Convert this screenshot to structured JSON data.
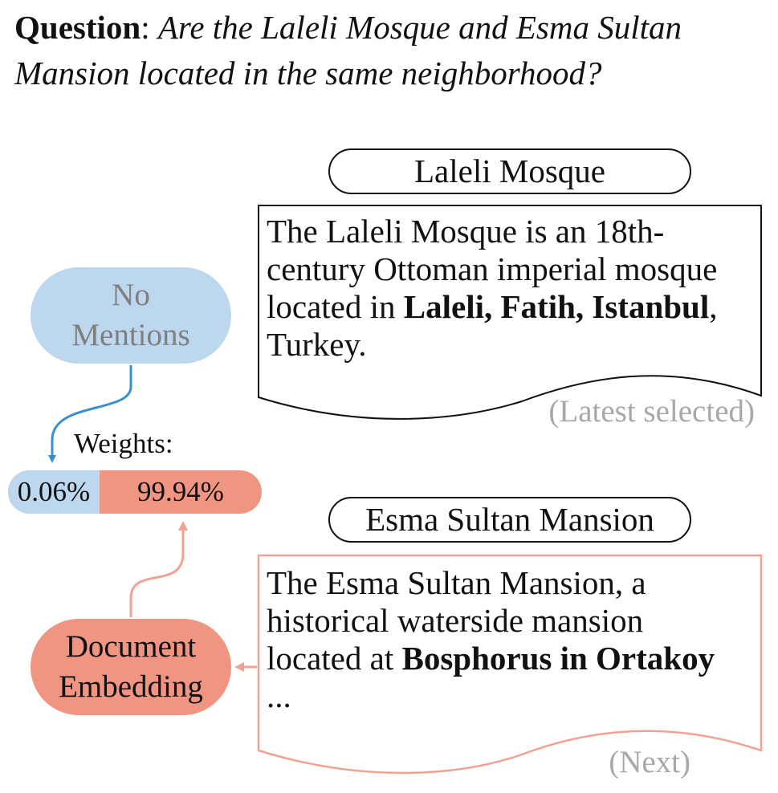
{
  "question": {
    "label": "Question",
    "separator": ": ",
    "text": "Are the Laleli Mosque and Esma Sultan Mansion located in the same neighborhood?"
  },
  "doc1": {
    "title": "Laleli Mosque",
    "text_plain_1": "The Laleli Mosque is an 18th-century Ottoman imperial mosque located in ",
    "text_bold_1": "Laleli, Fatih, Istanbul",
    "text_plain_2": ", Turkey.",
    "status": "(Latest selected)"
  },
  "doc2": {
    "title": "Esma Sultan Mansion",
    "text_plain_1": "The Esma Sultan Mansion, a historical waterside mansion located at ",
    "text_bold_1": "Bosphorus in Ortakoy",
    "text_plain_2": "  ...",
    "status": "(Next)"
  },
  "no_mentions": {
    "line1": "No",
    "line2": "Mentions"
  },
  "document_embedding": {
    "line1": "Document",
    "line2": "Embedding"
  },
  "weights": {
    "label": "Weights:",
    "no_mentions_value": "0.06%",
    "embedding_value": "99.94%",
    "no_mentions_fraction": 0.0006,
    "embedding_fraction": 0.9994
  },
  "colors": {
    "blue_fill": "#bdd7ee",
    "blue_arrow": "#3a8fd0",
    "salmon_fill": "#f19583",
    "salmon_stroke": "#f0a392",
    "blue_text": "#7f7f7f"
  }
}
